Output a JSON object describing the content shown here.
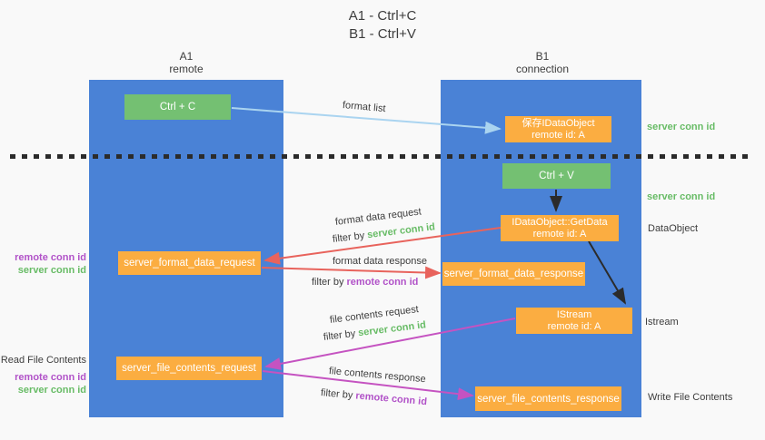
{
  "title": {
    "line1": "A1 - Ctrl+C",
    "line2": "B1 - Ctrl+V"
  },
  "columns": {
    "left": {
      "name": "A1",
      "subtitle": "remote"
    },
    "right": {
      "name": "B1",
      "subtitle": "connection"
    }
  },
  "nodes": {
    "ctrl_c": "Ctrl + C",
    "ctrl_v": "Ctrl + V",
    "save_idataobject": {
      "line1": "保存IDataObject",
      "line2": "remote id: A"
    },
    "getdata": {
      "line1": "IDataObject::GetData",
      "line2": "remote id: A"
    },
    "istream": {
      "line1": "IStream",
      "line2": "remote id: A"
    },
    "format_request": "server_format_data_request",
    "format_response": "server_format_data_response",
    "file_request": "server_file_contents_request",
    "file_response": "server_file_contents_response"
  },
  "labels": {
    "format_list": "format list",
    "format_data_request": "format data request",
    "format_data_response": "format data response",
    "file_contents_request": "file contents request",
    "file_contents_response": "file contents response",
    "filter_by": "filter by ",
    "server_conn_id": "server conn id",
    "remote_conn_id": "remote conn id"
  },
  "annotations": {
    "left": {
      "remote_conn_id_1": "remote conn id",
      "server_conn_id_1": "server conn id",
      "read_file_contents": "Read File Contents",
      "remote_conn_id_2": "remote conn id",
      "server_conn_id_2": "server conn id"
    },
    "right": {
      "server_conn_id_1": "server conn id",
      "server_conn_id_2": "server conn id",
      "dataobject": "DataObject",
      "istream": "Istream",
      "write_file_contents": "Write File Contents"
    }
  },
  "colors": {
    "background": "#f9f9f9",
    "column_blue": "#4a82d6",
    "box_green": "#74c072",
    "box_orange": "#fbad41",
    "arrow_blue": "#aad4f0",
    "arrow_black": "#2b2b2b",
    "arrow_red": "#e8635c",
    "arrow_magenta": "#c553c1",
    "text_green": "#68bc66",
    "text_purple": "#b152c8",
    "text_dark": "#3d3d3d"
  }
}
